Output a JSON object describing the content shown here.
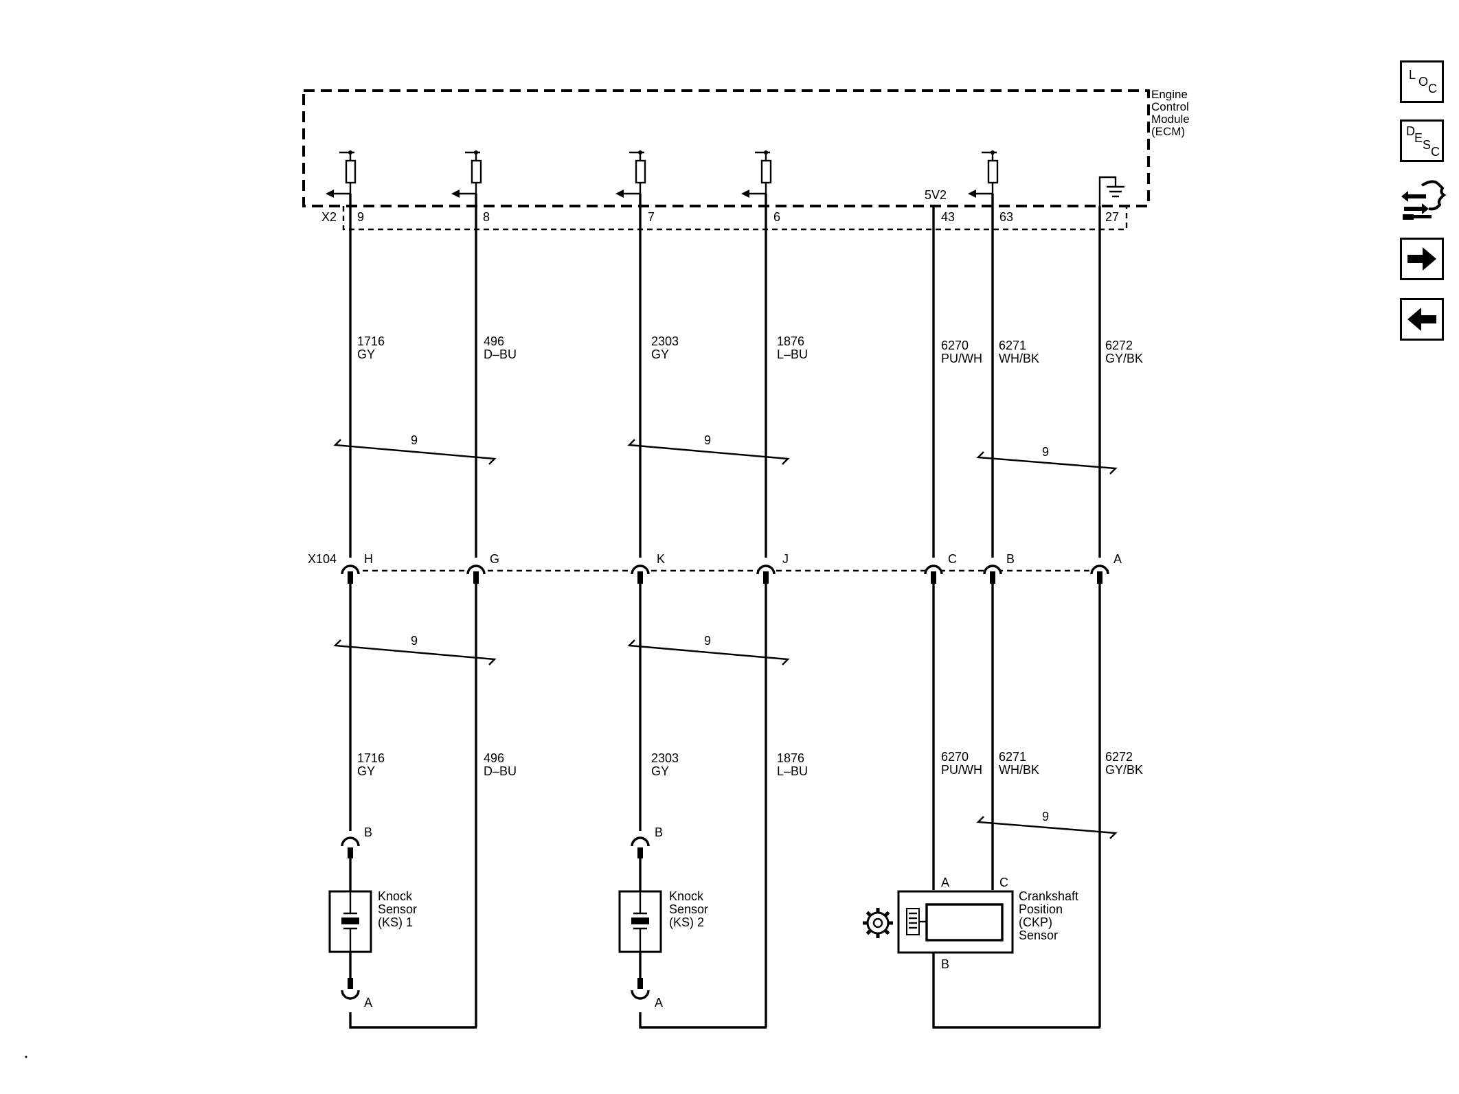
{
  "module": {
    "line1": "Engine",
    "line2": "Control",
    "line3": "Module",
    "line4": "(ECM)"
  },
  "connectors": {
    "ecm": "X2",
    "inline": "X104"
  },
  "ecm_supply": "5V2",
  "ecm_pins": [
    {
      "name": "pin-9",
      "label": "9"
    },
    {
      "name": "pin-8",
      "label": "8"
    },
    {
      "name": "pin-7",
      "label": "7"
    },
    {
      "name": "pin-6",
      "label": "6"
    },
    {
      "name": "pin-43",
      "label": "43"
    },
    {
      "name": "pin-63",
      "label": "63"
    },
    {
      "name": "pin-27",
      "label": "27"
    }
  ],
  "circuits": [
    {
      "number": "1716",
      "color": "GY"
    },
    {
      "number": "496",
      "color": "D–BU"
    },
    {
      "number": "2303",
      "color": "GY"
    },
    {
      "number": "1876",
      "color": "L–BU"
    },
    {
      "number": "6270",
      "color": "PU/WH"
    },
    {
      "number": "6271",
      "color": "WH/BK"
    },
    {
      "number": "6272",
      "color": "GY/BK"
    }
  ],
  "x104_pins": [
    "H",
    "G",
    "K",
    "J",
    "C",
    "B",
    "A"
  ],
  "twist_label": "9",
  "sensors": {
    "ks1": {
      "line1": "Knock",
      "line2": "Sensor",
      "line3": "(KS) 1",
      "pin_top": "B",
      "pin_bottom": "A"
    },
    "ks2": {
      "line1": "Knock",
      "line2": "Sensor",
      "line3": "(KS) 2",
      "pin_top": "B",
      "pin_bottom": "A"
    },
    "ckp": {
      "line1": "Crankshaft",
      "line2": "Position",
      "line3": "(CKP)",
      "line4": "Sensor",
      "pin_a": "A",
      "pin_c": "C",
      "pin_b": "B"
    }
  },
  "nav": {
    "loc": {
      "l": "L",
      "o": "O",
      "c": "C"
    },
    "desc": {
      "d": "D",
      "e": "E",
      "s": "S",
      "c": "C"
    }
  },
  "icons": {
    "loc": "loc-icon",
    "desc": "desc-icon",
    "connector": "connector-icon",
    "next": "arrow-right-icon",
    "prev": "arrow-left-icon"
  }
}
